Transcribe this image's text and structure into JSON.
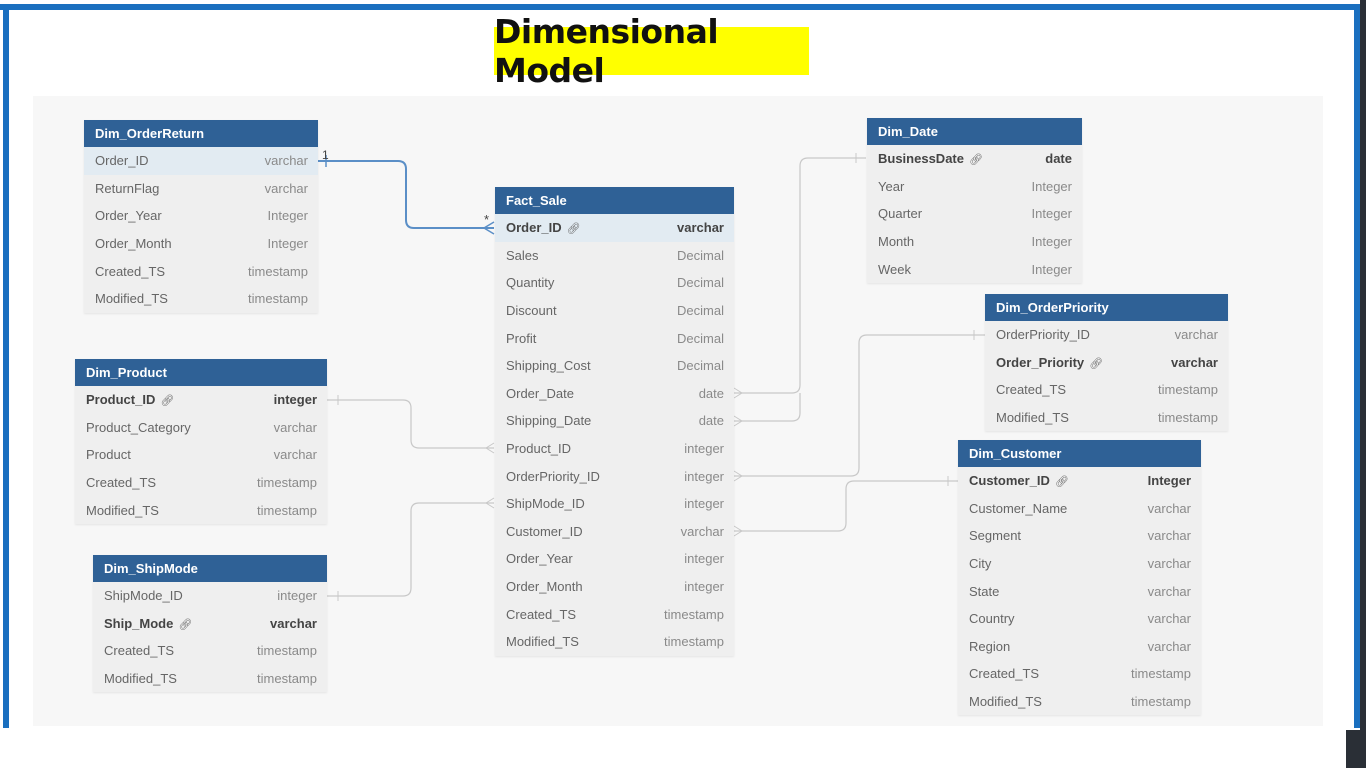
{
  "title": "Dimensional Model",
  "colors": {
    "frame": "#1a6fbf",
    "header": "#2f6196",
    "title_bg": "#ffff00",
    "link": "#5b8fc7"
  },
  "relationship_labels": {
    "one": "1",
    "many": "*"
  },
  "tables": {
    "dim_orderreturn": {
      "name": "Dim_OrderReturn",
      "fields": [
        {
          "name": "Order_ID",
          "type": "varchar"
        },
        {
          "name": "ReturnFlag",
          "type": "varchar"
        },
        {
          "name": "Order_Year",
          "type": "Integer"
        },
        {
          "name": "Order_Month",
          "type": "Integer"
        },
        {
          "name": "Created_TS",
          "type": "timestamp"
        },
        {
          "name": "Modified_TS",
          "type": "timestamp"
        }
      ]
    },
    "fact_sale": {
      "name": "Fact_Sale",
      "fields": [
        {
          "name": "Order_ID",
          "type": "varchar"
        },
        {
          "name": "Sales",
          "type": "Decimal"
        },
        {
          "name": "Quantity",
          "type": "Decimal"
        },
        {
          "name": "Discount",
          "type": "Decimal"
        },
        {
          "name": "Profit",
          "type": "Decimal"
        },
        {
          "name": "Shipping_Cost",
          "type": "Decimal"
        },
        {
          "name": "Order_Date",
          "type": "date"
        },
        {
          "name": "Shipping_Date",
          "type": "date"
        },
        {
          "name": "Product_ID",
          "type": "integer"
        },
        {
          "name": "OrderPriority_ID",
          "type": "integer"
        },
        {
          "name": "ShipMode_ID",
          "type": "integer"
        },
        {
          "name": "Customer_ID",
          "type": "varchar"
        },
        {
          "name": "Order_Year",
          "type": "integer"
        },
        {
          "name": "Order_Month",
          "type": "integer"
        },
        {
          "name": "Created_TS",
          "type": "timestamp"
        },
        {
          "name": "Modified_TS",
          "type": "timestamp"
        }
      ]
    },
    "dim_date": {
      "name": "Dim_Date",
      "fields": [
        {
          "name": "BusinessDate",
          "type": "date"
        },
        {
          "name": "Year",
          "type": "Integer"
        },
        {
          "name": "Quarter",
          "type": "Integer"
        },
        {
          "name": "Month",
          "type": "Integer"
        },
        {
          "name": "Week",
          "type": "Integer"
        }
      ]
    },
    "dim_orderpriority": {
      "name": "Dim_OrderPriority",
      "fields": [
        {
          "name": "OrderPriority_ID",
          "type": "varchar"
        },
        {
          "name": "Order_Priority",
          "type": "varchar"
        },
        {
          "name": "Created_TS",
          "type": "timestamp"
        },
        {
          "name": "Modified_TS",
          "type": "timestamp"
        }
      ]
    },
    "dim_product": {
      "name": "Dim_Product",
      "fields": [
        {
          "name": "Product_ID",
          "type": "integer"
        },
        {
          "name": "Product_Category",
          "type": "varchar"
        },
        {
          "name": "Product",
          "type": "varchar"
        },
        {
          "name": "Created_TS",
          "type": "timestamp"
        },
        {
          "name": "Modified_TS",
          "type": "timestamp"
        }
      ]
    },
    "dim_customer": {
      "name": "Dim_Customer",
      "fields": [
        {
          "name": "Customer_ID",
          "type": "Integer"
        },
        {
          "name": "Customer_Name",
          "type": "varchar"
        },
        {
          "name": "Segment",
          "type": "varchar"
        },
        {
          "name": "City",
          "type": "varchar"
        },
        {
          "name": "State",
          "type": "varchar"
        },
        {
          "name": "Country",
          "type": "varchar"
        },
        {
          "name": "Region",
          "type": "varchar"
        },
        {
          "name": "Created_TS",
          "type": "timestamp"
        },
        {
          "name": "Modified_TS",
          "type": "timestamp"
        }
      ]
    },
    "dim_shipmode": {
      "name": "Dim_ShipMode",
      "fields": [
        {
          "name": "ShipMode_ID",
          "type": "integer"
        },
        {
          "name": "Ship_Mode",
          "type": "varchar"
        },
        {
          "name": "Created_TS",
          "type": "timestamp"
        },
        {
          "name": "Modified_TS",
          "type": "timestamp"
        }
      ]
    }
  }
}
